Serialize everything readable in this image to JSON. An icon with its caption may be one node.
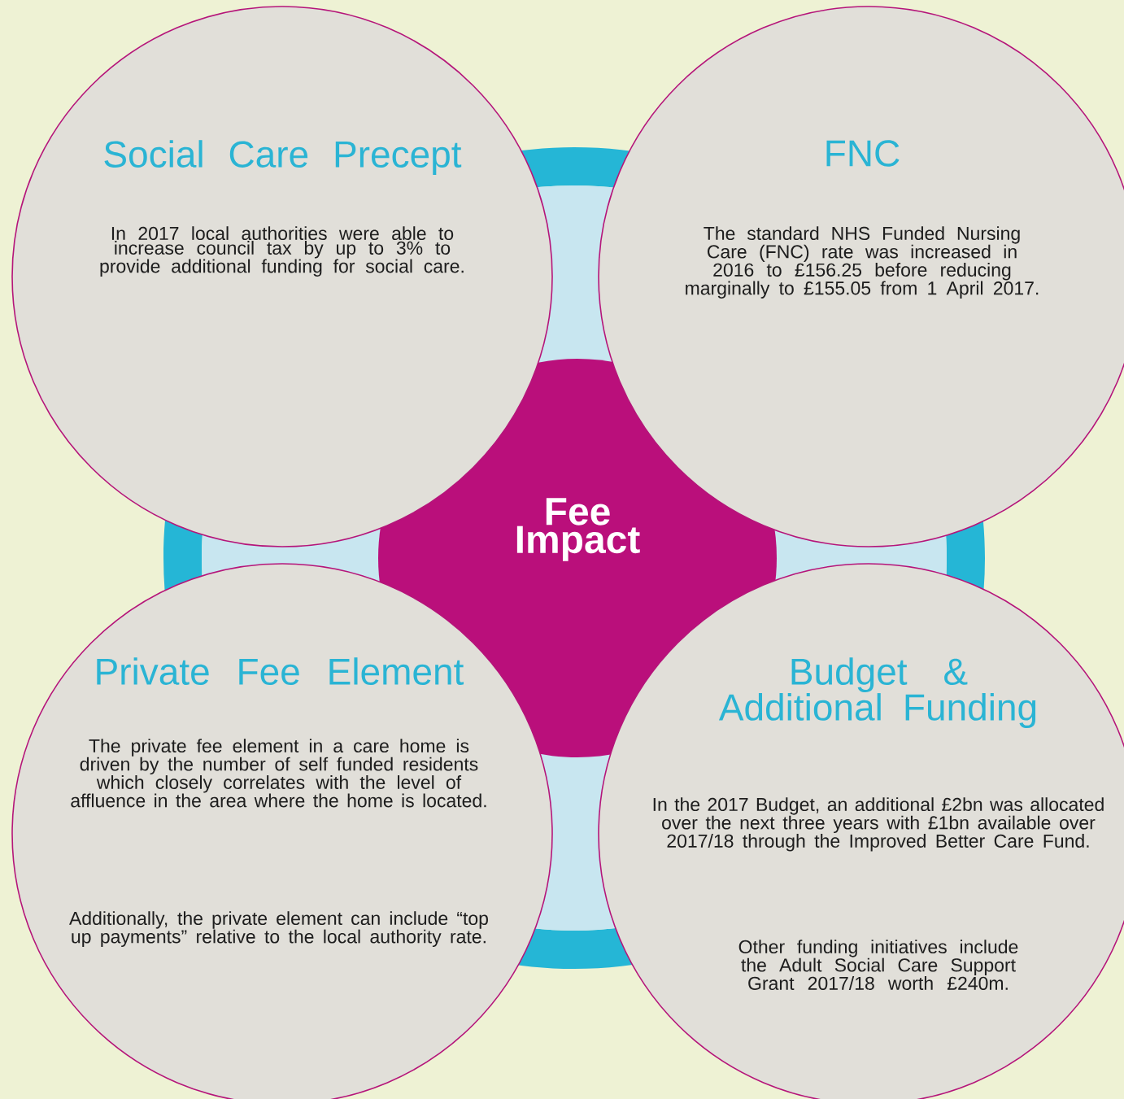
{
  "diagram": {
    "nodes": [
      {
        "text": [
          "Social Care Precept",
          "In 2017 local authorities were able to increase council tax by up to 3% to provide additional funding for social care."
        ]
      },
      {
        "text": [
          "FNC",
          "The standard NHS Funded Nursing Care (FNC) rate was increased in 2016 to £156.25 before reducing marginally to £155.05 from 1 April 2017."
        ]
      },
      {
        "text": [
          "Fee Impact"
        ]
      },
      {
        "text": [
          "Private Fee Element",
          "The private fee element in a care home is driven by the number of self funded residents which closely correlates with the level of affluence in the area where the home is located.",
          "Additionally, the private element can include “top up payments” relative to the local authority rate."
        ]
      },
      {
        "text": [
          "Budget & Additional Funding",
          "In the 2017 Budget, an additional £2bn was allocated over the next three years with £1bn available over 2017/18 through the Improved Better Care Fund.",
          "Other funding initiatives include the Adult Social Care Support Grant 2017/18 worth £240m."
        ]
      }
    ]
  }
}
